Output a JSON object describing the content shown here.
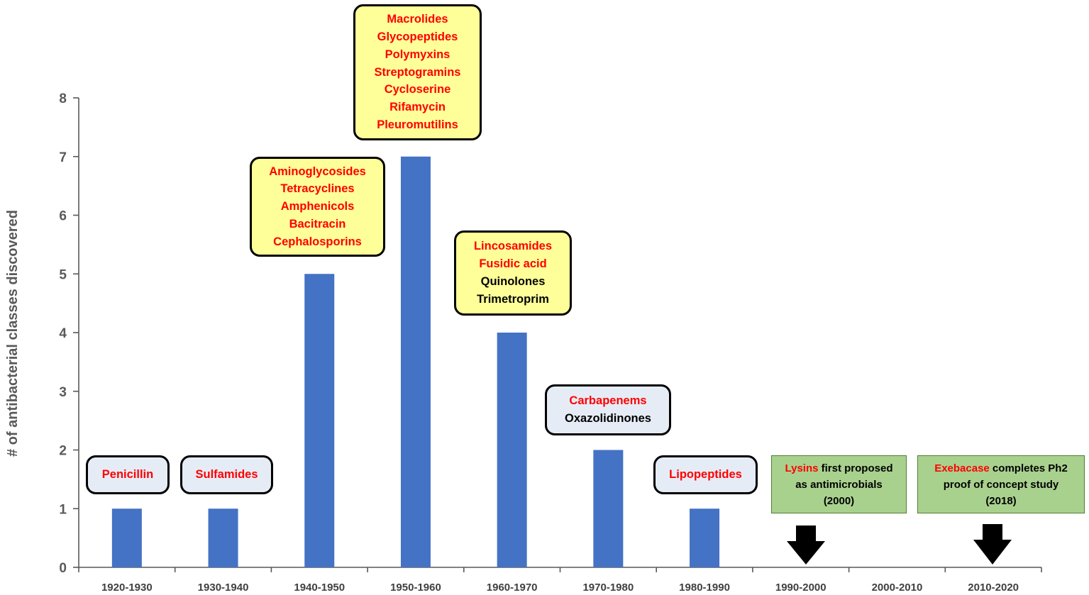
{
  "chart_data": {
    "type": "bar",
    "title": "",
    "xlabel": "",
    "ylabel": "# of antibacterial classes discovered",
    "ylim": [
      0,
      8
    ],
    "yticks": [
      "0",
      "1",
      "2",
      "3",
      "4",
      "5",
      "6",
      "7",
      "8"
    ],
    "categories": [
      "1920-1930",
      "1930-1940",
      "1940-1950",
      "1950-1960",
      "1960-1970",
      "1970-1980",
      "1980-1990",
      "1990-2000",
      "2000-2010",
      "2010-2020"
    ],
    "values": [
      1,
      1,
      5,
      7,
      4,
      2,
      1,
      0,
      0,
      0
    ],
    "bar_color": "#4472c4",
    "grid": false,
    "legend": "none"
  },
  "annotations": {
    "penicillin": [
      {
        "text": "Penicillin",
        "color": "red"
      }
    ],
    "sulfamides": [
      {
        "text": "Sulfamides",
        "color": "red"
      }
    ],
    "decade_1940": [
      {
        "text": "Aminoglycosides",
        "color": "red"
      },
      {
        "text": "Tetracyclines",
        "color": "red"
      },
      {
        "text": "Amphenicols",
        "color": "red"
      },
      {
        "text": "Bacitracin",
        "color": "red"
      },
      {
        "text": "Cephalosporins",
        "color": "red"
      }
    ],
    "decade_1950": [
      {
        "text": "Macrolides",
        "color": "red"
      },
      {
        "text": "Glycopeptides",
        "color": "red"
      },
      {
        "text": "Polymyxins",
        "color": "red"
      },
      {
        "text": "Streptogramins",
        "color": "red"
      },
      {
        "text": "Cycloserine",
        "color": "red"
      },
      {
        "text": "Rifamycin",
        "color": "red"
      },
      {
        "text": "Pleuromutilins",
        "color": "red"
      }
    ],
    "decade_1960": [
      {
        "text": "Lincosamides",
        "color": "red"
      },
      {
        "text": "Fusidic acid",
        "color": "red"
      },
      {
        "text": "Quinolones",
        "color": "black"
      },
      {
        "text": "Trimetroprim",
        "color": "black"
      }
    ],
    "decade_1970": [
      {
        "text": "Carbapenems",
        "color": "red"
      },
      {
        "text": "Oxazolidinones",
        "color": "black"
      }
    ],
    "lipopeptides": [
      {
        "text": "Lipopeptides",
        "color": "red"
      }
    ],
    "lysins_note": {
      "highlight": "Lysins",
      "line1_rest": " first proposed",
      "line2": "as antimicrobials",
      "line3": "(2000)"
    },
    "exebacase_note": {
      "highlight": "Exebacase",
      "line1_rest": " completes Ph2",
      "line2": "proof of concept study",
      "line3": "(2018)"
    }
  },
  "colors": {
    "red_text": "#ff0000",
    "yellow_box": "#ffff99",
    "blue_box": "#e6ecf5",
    "green_note": "#a9d18e",
    "arrow": "#000000"
  }
}
